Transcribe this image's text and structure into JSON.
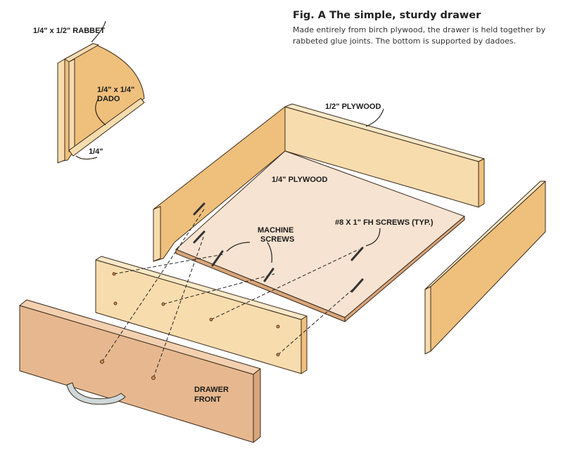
{
  "figure": {
    "title": "Fig. A  The simple, sturdy drawer",
    "description": "Made entirely from birch plywood, the drawer is held together by rabbeted glue joints. The bottom is supported by dadoes."
  },
  "labels": {
    "rabbet": "1/4\" x 1/2\" RABBET",
    "dado_line1": "1/4\" x 1/4\"",
    "dado_line2": "DADO",
    "quarter": "1/4\"",
    "half_plywood": "1/2\" PLYWOOD",
    "quarter_plywood": "1/4\" PLYWOOD",
    "machine_line1": "MACHINE",
    "machine_line2": "SCREWS",
    "fh_screws": "#8 X 1\" FH SCREWS (TYP.)",
    "front_line1": "DRAWER",
    "front_line2": "FRONT"
  },
  "colors": {
    "wood_light": "#f7dcae",
    "wood_mid": "#efc07c",
    "wood_dark": "#e6a95c",
    "front": "#e7b88f",
    "bottom": "#f6e3d1"
  }
}
